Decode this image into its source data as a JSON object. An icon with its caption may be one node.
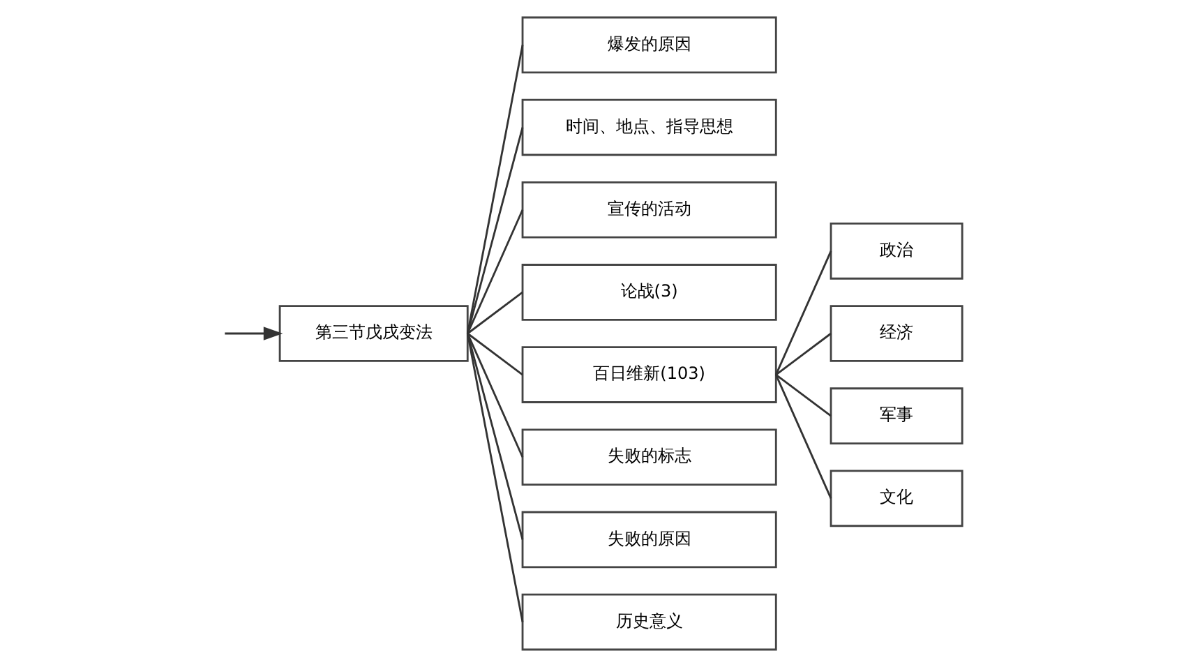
{
  "diagram": {
    "nodes": [
      {
        "text": [
          "第三节戊戌变法"
        ]
      },
      {
        "text": [
          "爆发的原因"
        ]
      },
      {
        "text": [
          "时间、地点、指导思想"
        ]
      },
      {
        "text": [
          "宣传的活动"
        ]
      },
      {
        "text": [
          "论战(3)"
        ]
      },
      {
        "text": [
          "百日维新(103)"
        ]
      },
      {
        "text": [
          "政治"
        ]
      },
      {
        "text": [
          "经济"
        ]
      },
      {
        "text": [
          "军事"
        ]
      },
      {
        "text": [
          "文化"
        ]
      },
      {
        "text": [
          "失败的标志"
        ]
      },
      {
        "text": [
          "失败的原因"
        ]
      },
      {
        "text": [
          "历史意义"
        ]
      }
    ],
    "edges": [
      {
        "from": null,
        "to": 0,
        "arrow": "to"
      },
      {
        "from": 0,
        "to": 1,
        "arrow": "none"
      },
      {
        "from": 0,
        "to": 2,
        "arrow": "none"
      },
      {
        "from": 0,
        "to": 3,
        "arrow": "none"
      },
      {
        "from": 0,
        "to": 4,
        "arrow": "none"
      },
      {
        "from": 0,
        "to": 5,
        "arrow": "none"
      },
      {
        "from": 5,
        "to": 6,
        "arrow": "none"
      },
      {
        "from": 5,
        "to": 7,
        "arrow": "none"
      },
      {
        "from": 5,
        "to": 8,
        "arrow": "none"
      },
      {
        "from": 5,
        "to": 9,
        "arrow": "none"
      },
      {
        "from": 0,
        "to": 10,
        "arrow": "none"
      },
      {
        "from": 0,
        "to": 11,
        "arrow": "none"
      },
      {
        "from": 0,
        "to": 12,
        "arrow": "none"
      }
    ]
  }
}
